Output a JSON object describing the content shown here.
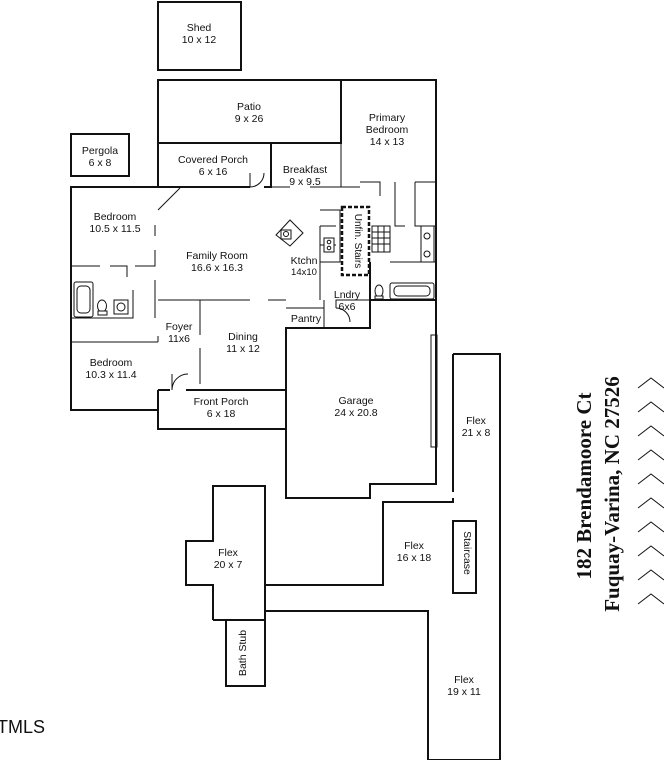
{
  "rooms": {
    "shed": {
      "name": "Shed",
      "dims": "10 x 12"
    },
    "patio": {
      "name": "Patio",
      "dims": "9 x 26"
    },
    "primary_bedroom": {
      "name1": "Primary",
      "name2": "Bedroom",
      "dims": "14 x 13"
    },
    "pergola": {
      "name": "Pergola",
      "dims": "6 x 8"
    },
    "covered_porch": {
      "name": "Covered Porch",
      "dims": "6 x 16"
    },
    "breakfast": {
      "name": "Breakfast",
      "dims": "9 x 9.5"
    },
    "bedroom_1": {
      "name": "Bedroom",
      "dims": "10.5 x 11.5"
    },
    "family_room": {
      "name": "Family Room",
      "dims": "16.6 x 16.3"
    },
    "kitchen": {
      "name": "Ktchn",
      "dims": "14x10"
    },
    "unfin_stairs": {
      "name": "Unfin. Stairs"
    },
    "laundry": {
      "name": "Lndry",
      "dims": "6x6"
    },
    "pantry": {
      "name": "Pantry"
    },
    "foyer": {
      "name": "Foyer",
      "dims": "11x6"
    },
    "dining": {
      "name": "Dining",
      "dims": "11 x 12"
    },
    "bedroom_2": {
      "name": "Bedroom",
      "dims": "10.3 x 11.4"
    },
    "front_porch": {
      "name": "Front Porch",
      "dims": "6 x 18"
    },
    "garage": {
      "name": "Garage",
      "dims": "24 x 20.8"
    },
    "flex_1": {
      "name": "Flex",
      "dims": "21 x 8"
    },
    "flex_2": {
      "name": "Flex",
      "dims": "16 x 18"
    },
    "staircase": {
      "name": "Staircase"
    },
    "flex_3": {
      "name": "Flex",
      "dims": "20 x 7"
    },
    "bath_stub": {
      "name": "Bath Stub"
    },
    "flex_4": {
      "name": "Flex",
      "dims": "19 x 11"
    }
  },
  "address": {
    "line1": "182 Brendamoore Ct",
    "line2": "Fuquay-Varina, NC 27526"
  },
  "mls_logo": "TMLS",
  "icons": {
    "compass": "chevron-up-stack-icon"
  }
}
